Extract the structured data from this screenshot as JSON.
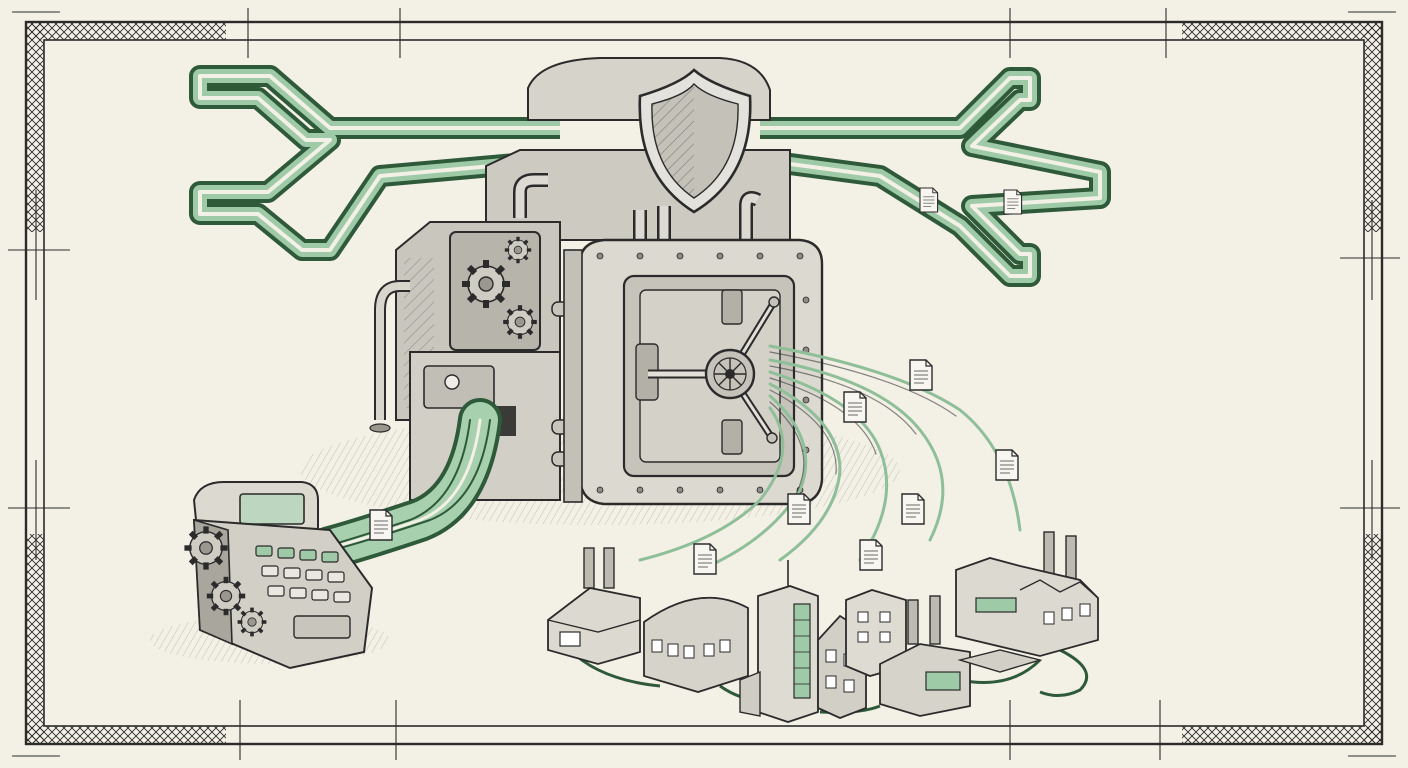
{
  "palette": {
    "paper": "#f3f0e6",
    "ink": "#2b2b2b",
    "ink_soft": "#6b6b66",
    "metal_light": "#dcdad3",
    "metal_mid": "#bdbab2",
    "metal_dark": "#8e8b84",
    "accent_green": "#7fb48a",
    "accent_green_dark": "#2f5a3a"
  },
  "icons": {
    "shield": "shield-icon",
    "gear": "gear-icon",
    "vault_wheel": "vault-wheel-icon",
    "document": "document-icon",
    "calculator": "calculator-icon",
    "factory": "factory-icon",
    "building": "building-icon"
  },
  "scene": {
    "subject": "illustration",
    "style": "pencil-sketch with green accents",
    "document_count": 10,
    "calculator_key_count": 12,
    "data_streams_to_city": 6,
    "network_branches": 2
  }
}
